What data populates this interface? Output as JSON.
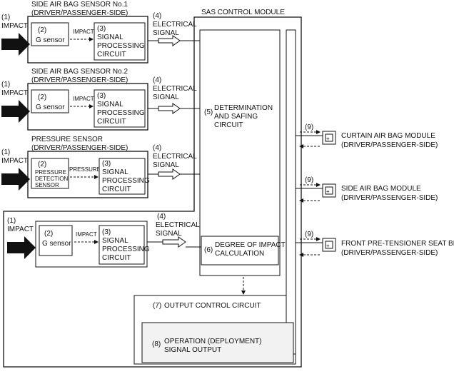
{
  "sensors": [
    {
      "title": "SIDE AIR BAG SENSOR No.1",
      "side": "(DRIVER/PASSENGER-SIDE)",
      "impact_num": "(1)",
      "impact": "IMPACT",
      "sensor_num": "(2)",
      "sensor": "G sensor",
      "mid": "IMPACT",
      "proc_num": "(3)",
      "proc1": "SIGNAL",
      "proc2": "PROCESSING",
      "proc3": "CIRCUIT",
      "elec_num": "(4)",
      "elec1": "ELECTRICAL",
      "elec2": "SIGNAL"
    },
    {
      "title": "SIDE AIR BAG SENSOR No.2",
      "side": "(DRIVER/PASSENGER-SIDE)",
      "impact_num": "(1)",
      "impact": "IMPACT",
      "sensor_num": "(2)",
      "sensor": "G sensor",
      "mid": "IMPACT",
      "proc_num": "(3)",
      "proc1": "SIGNAL",
      "proc2": "PROCESSING",
      "proc3": "CIRCUIT",
      "elec_num": "(4)",
      "elec1": "ELECTRICAL",
      "elec2": "SIGNAL"
    },
    {
      "title": "PRESSURE SENSOR",
      "side": "(DRIVER/PASSENGER-SIDE)",
      "impact_num": "(1)",
      "impact": "IMPACT",
      "sensor_num": "(2)",
      "sensor1": "PRESSURE",
      "sensor2": "DETECTION",
      "sensor3": "SENSOR",
      "mid": "PRESSURE",
      "proc_num": "(3)",
      "proc1": "SIGNAL",
      "proc2": "PROCESSING",
      "proc3": "CIRCUIT",
      "elec_num": "(4)",
      "elec1": "ELECTRICAL",
      "elec2": "SIGNAL"
    },
    {
      "impact_num": "(1)",
      "impact": "IMPACT",
      "sensor_num": "(2)",
      "sensor": "G sensor",
      "mid": "IMPACT",
      "proc_num": "(3)",
      "proc1": "SIGNAL",
      "proc2": "PROCESSING",
      "proc3": "CIRCUIT",
      "elec_num": "(4)",
      "elec1": "ELECTRICAL",
      "elec2": "SIGNAL"
    }
  ],
  "module": {
    "title": "SAS CONTROL MODULE",
    "det_num": "(5)",
    "det1": "DETERMINATION",
    "det2": "AND SAFING",
    "det3": "CIRCUIT",
    "deg_num": "(6)",
    "deg1": "DEGREE OF IMPACT",
    "deg2": "CALCULATION",
    "out_num": "(7)",
    "out": "OUTPUT CONTROL CIRCUIT",
    "op_num": "(8)",
    "op1": "OPERATION (DEPLOYMENT)",
    "op2": "SIGNAL OUTPUT"
  },
  "outputs": [
    {
      "num": "(9)",
      "name": "CURTAIN AIR BAG MODULE",
      "side": "(DRIVER/PASSENGER-SIDE)"
    },
    {
      "num": "(9)",
      "name": "SIDE AIR BAG MODULE",
      "side": "(DRIVER/PASSENGER-SIDE)"
    },
    {
      "num": "(9)",
      "name": "FRONT PRE-TENSIONER SEAT BELT",
      "side": "(DRIVER/PASSENGER-SIDE)"
    }
  ]
}
